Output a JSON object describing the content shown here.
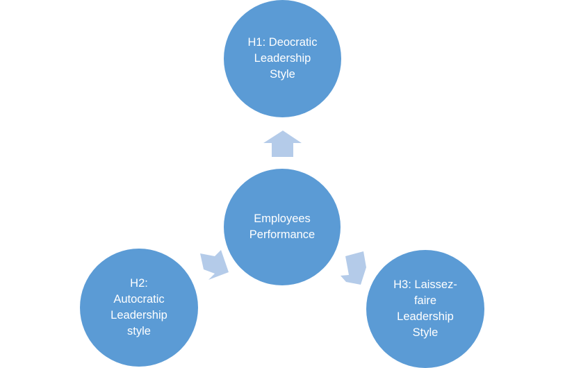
{
  "colors": {
    "node_fill": "#5b9bd5",
    "arrow_fill": "#b4cbe9",
    "text": "#ffffff",
    "background": "#ffffff"
  },
  "center": {
    "label": "Employees\nPerformance"
  },
  "hypotheses": [
    {
      "id": "H1",
      "label": "H1: Deocratic\nLeadership\nStyle",
      "direction": "up"
    },
    {
      "id": "H2",
      "label": "H2:\nAutocratic\nLeadership\nstyle",
      "direction": "down-left"
    },
    {
      "id": "H3",
      "label": "H3: Laissez-\nfaire\nLeadership\nStyle",
      "direction": "down-right"
    }
  ]
}
